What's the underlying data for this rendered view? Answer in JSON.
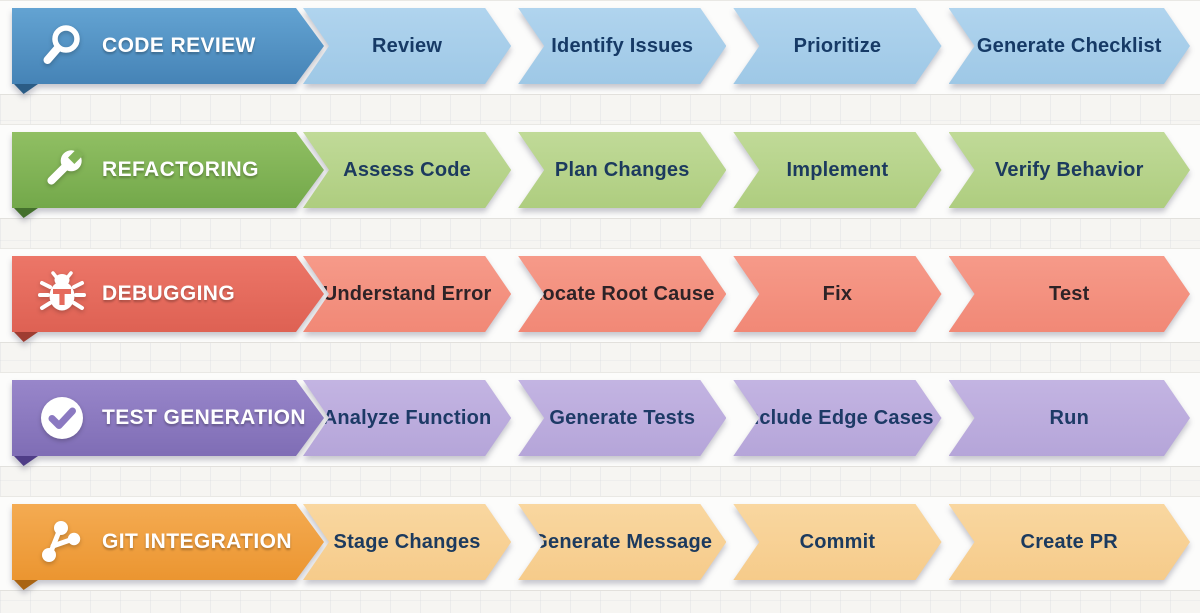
{
  "workflows": [
    {
      "title": "CODE REVIEW",
      "icon": "magnifier-icon",
      "steps": [
        "Review",
        "Identify Issues",
        "Prioritize",
        "Generate Checklist"
      ],
      "colors": {
        "header": "#4787ba",
        "step": "#a8cdea",
        "fold": "#2b5c85",
        "step_text": "#163a66",
        "title_text": "#ffffff"
      }
    },
    {
      "title": "REFACTORING",
      "icon": "wrench-icon",
      "steps": [
        "Assess Code",
        "Plan Changes",
        "Implement",
        "Verify Behavior"
      ],
      "colors": {
        "header": "#7fb055",
        "step": "#b7d38c",
        "fold": "#44702d",
        "step_text": "#1c3a5e",
        "title_text": "#ffffff"
      }
    },
    {
      "title": "DEBUGGING",
      "icon": "bug-icon",
      "steps": [
        "Understand Error",
        "Locate Root Cause",
        "Fix",
        "Test"
      ],
      "colors": {
        "header": "#e56a5c",
        "step": "#f4917f",
        "fold": "#9e3c31",
        "step_text": "#2e2327",
        "title_text": "#ffffff"
      }
    },
    {
      "title": "TEST GENERATION",
      "icon": "checkmark-icon",
      "steps": [
        "Analyze Function",
        "Generate Tests",
        "Include Edge Cases",
        "Run"
      ],
      "colors": {
        "header": "#8b79c1",
        "step": "#bdaede",
        "fold": "#4f3d87",
        "step_text": "#1d3a66",
        "title_text": "#ffffff"
      }
    },
    {
      "title": "GIT INTEGRATION",
      "icon": "git-branch-icon",
      "steps": [
        "Stage Changes",
        "Generate Message",
        "Commit",
        "Create PR"
      ],
      "colors": {
        "header": "#f0a040",
        "step": "#f8d195",
        "fold": "#a96413",
        "step_text": "#1c3a5e",
        "title_text": "#ffffff"
      }
    }
  ]
}
